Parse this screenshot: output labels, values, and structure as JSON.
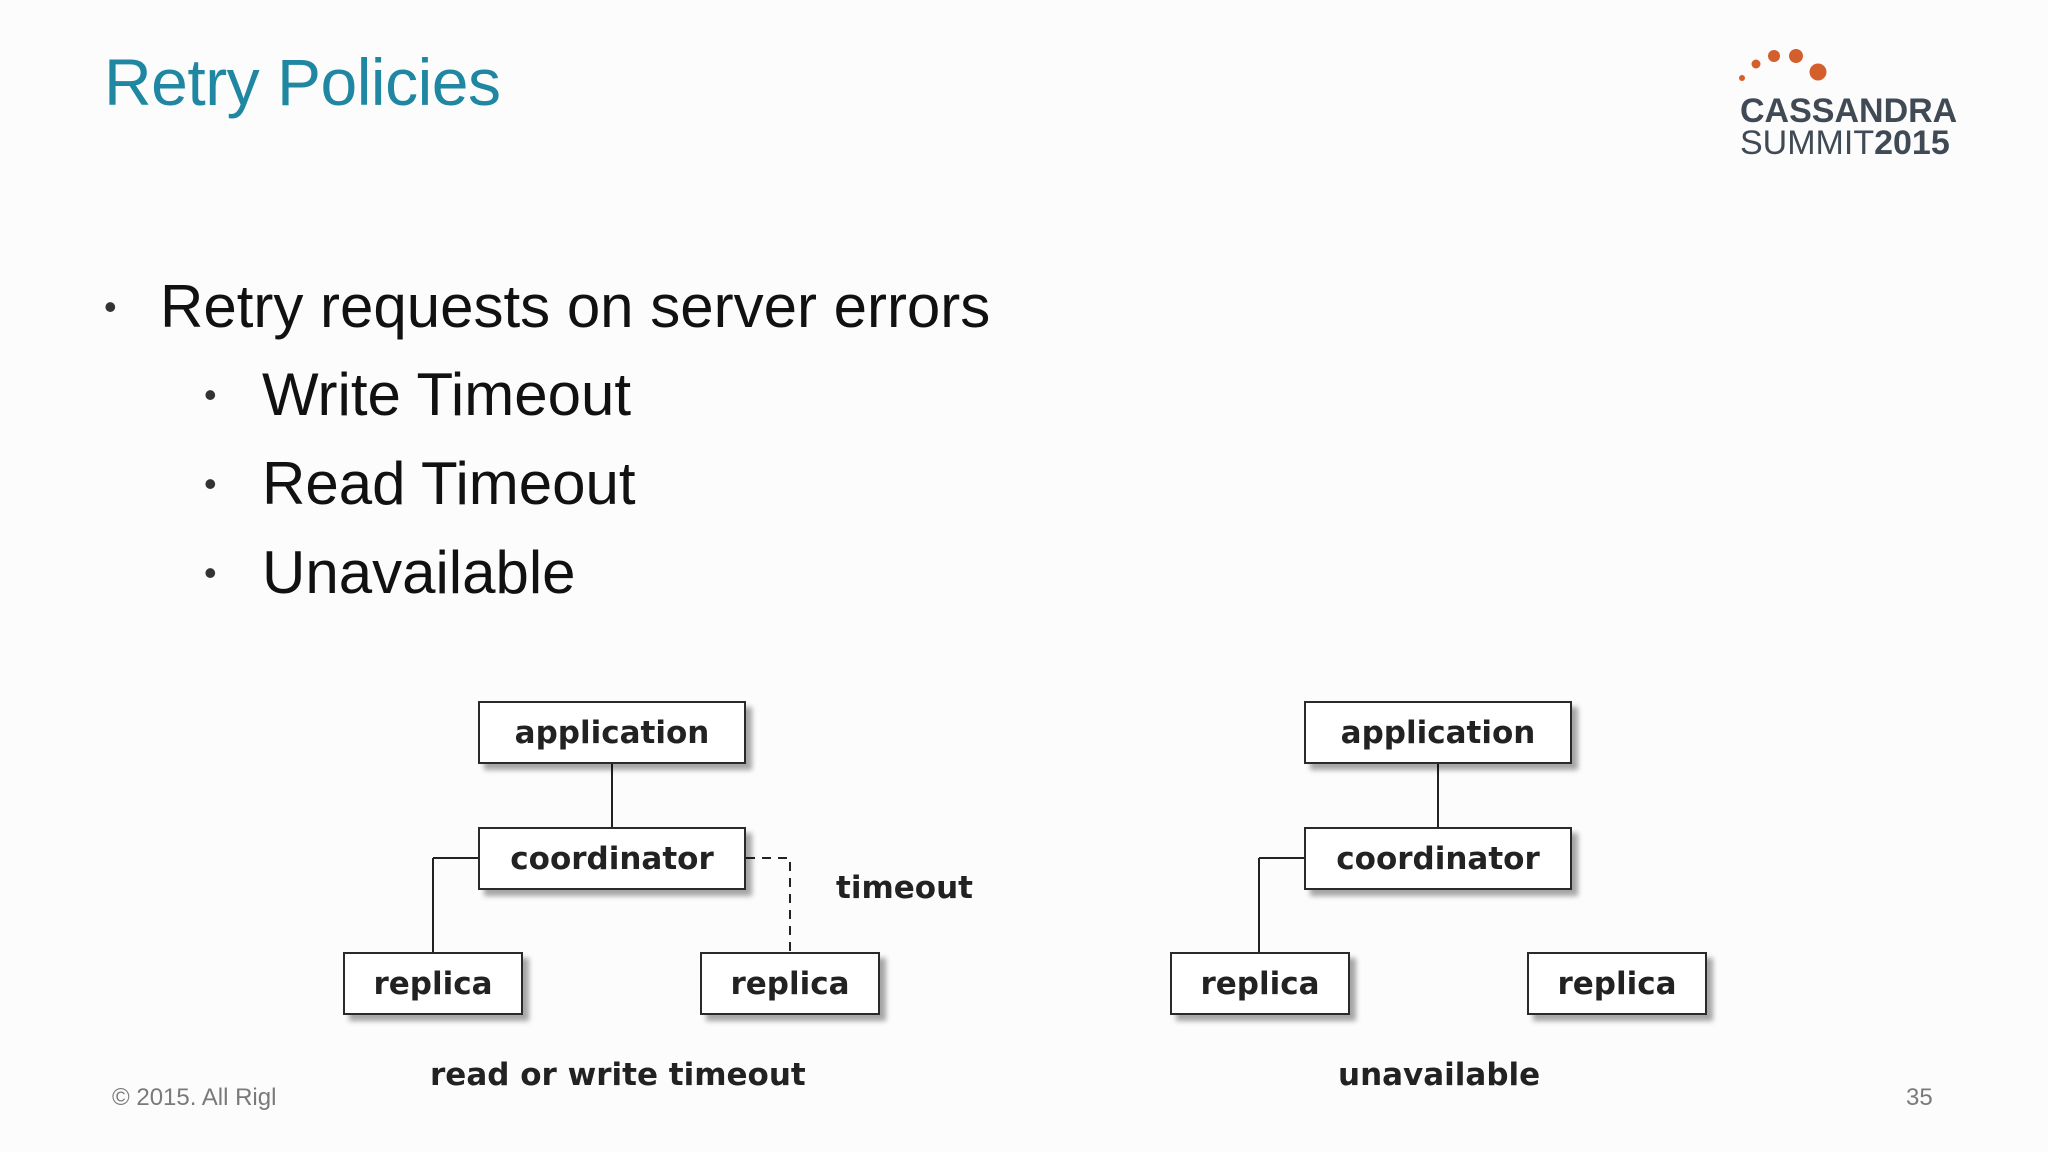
{
  "title": "Retry Policies",
  "logo": {
    "line1": "CASSANDRA",
    "line2_prefix": "SUMMIT",
    "line2_year": "2015",
    "dot_color": "#d35f2c"
  },
  "bullets": {
    "main": "Retry requests on server errors",
    "sub": [
      "Write Timeout",
      "Read Timeout",
      "Unavailable"
    ],
    "marker": "•"
  },
  "diagram_left": {
    "application": "application",
    "coordinator": "coordinator",
    "replica_a": "replica",
    "replica_b": "replica",
    "timeout_label": "timeout",
    "caption": "read or write timeout"
  },
  "diagram_right": {
    "application": "application",
    "coordinator": "coordinator",
    "replica_a": "replica",
    "replica_b": "replica",
    "caption": "unavailable"
  },
  "footer": {
    "copyright": "© 2015. All Rigl",
    "page_number": "35"
  },
  "colors": {
    "title": "#1f87a1",
    "logo_text": "#404a55",
    "logo_dots": "#d35f2c"
  }
}
